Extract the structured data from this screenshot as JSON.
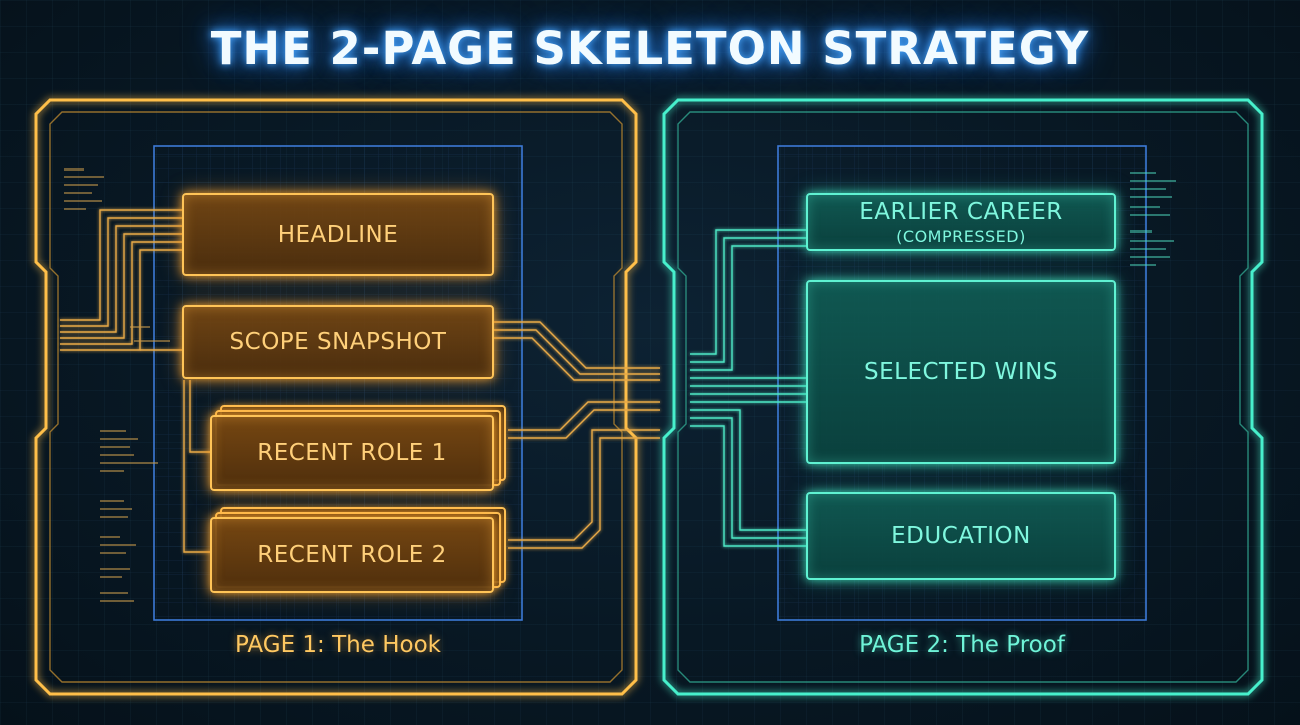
{
  "title": "THE 2-PAGE SKELETON STRATEGY",
  "page1": {
    "label": "PAGE 1: The Hook",
    "accent": "#ffbf4a",
    "blocks": [
      "HEADLINE",
      "SCOPE SNAPSHOT",
      "RECENT ROLE 1",
      "RECENT ROLE 2"
    ]
  },
  "page2": {
    "label": "PAGE 2: The Proof",
    "accent": "#46f0cc",
    "blocks": {
      "earlier_career": "EARLIER CAREER",
      "earlier_career_note": "(COMPRESSED)",
      "selected_wins": "SELECTED WINS",
      "education": "EDUCATION"
    }
  }
}
